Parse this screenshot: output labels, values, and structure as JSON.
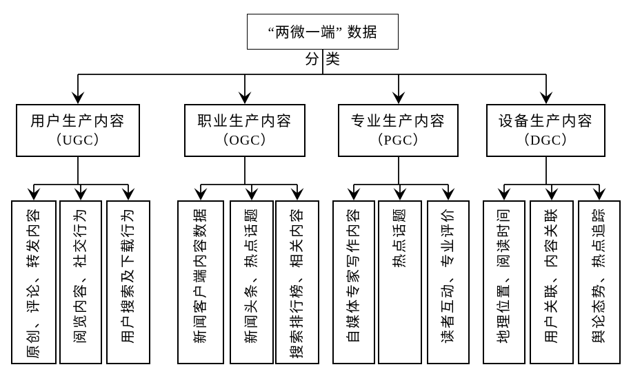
{
  "diagram": {
    "root_label": "“两微一端” 数据",
    "edge_label": "分类",
    "categories": [
      {
        "title": "用户生产内容",
        "abbr": "（UGC）",
        "children": [
          "原创、评论、转发内容",
          "阅览内容、社交行为",
          "用户搜索及下载行为"
        ]
      },
      {
        "title": "职业生产内容",
        "abbr": "（OGC）",
        "children": [
          "新闻客户端内容数据",
          "新闻头条、热点话题",
          "搜索排行榜、相关内容"
        ]
      },
      {
        "title": "专业生产内容",
        "abbr": "（PGC）",
        "children": [
          "自媒体专家写作内容",
          "热点话题",
          "读者互动、专业评价"
        ]
      },
      {
        "title": "设备生产内容",
        "abbr": "（DGC）",
        "children": [
          "地理位置、阅读时间",
          "用户关联、内容关联",
          "舆论态势、热点追踪"
        ]
      }
    ],
    "colors": {
      "line": "#000000",
      "background": "#ffffff",
      "text": "#000000"
    }
  }
}
